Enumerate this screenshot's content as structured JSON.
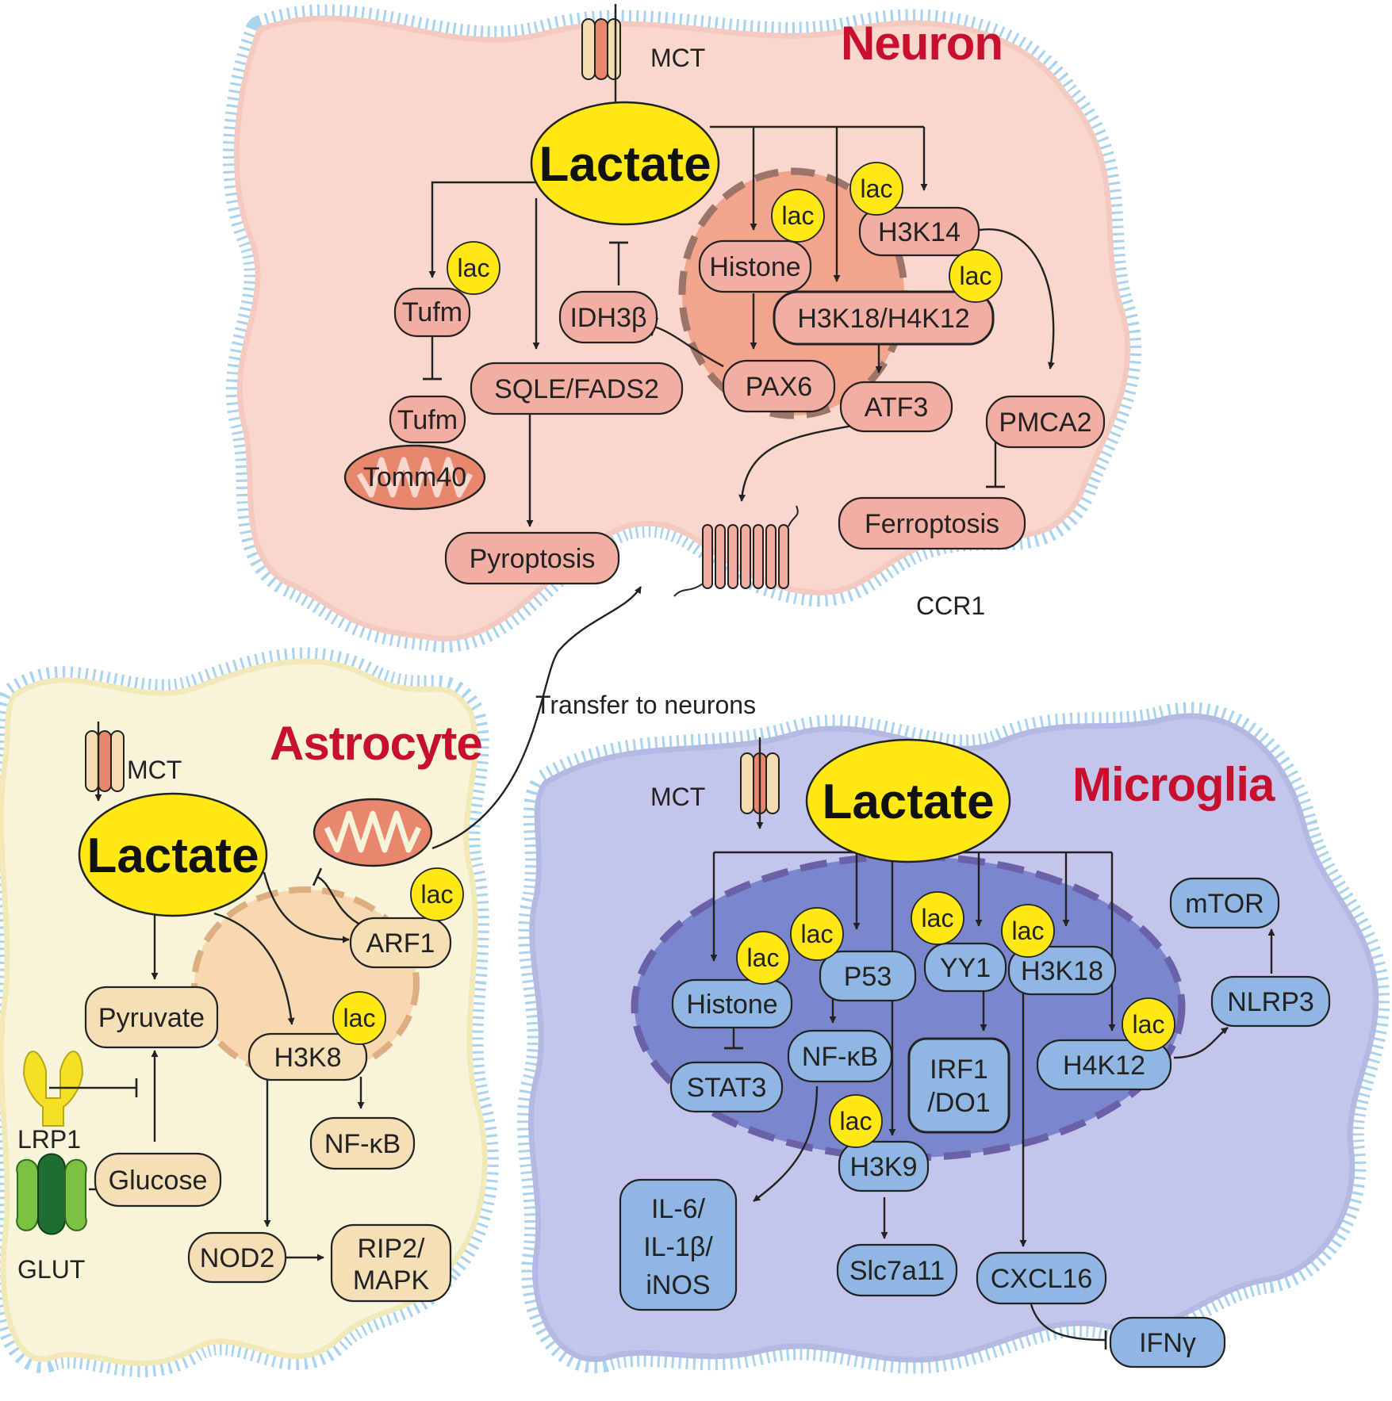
{
  "titles": {
    "neuron": "Neuron",
    "astrocyte": "Astrocyte",
    "microglia": "Microglia"
  },
  "lactate_label": "Lactate",
  "lac_label": "lac",
  "labels": {
    "mct": "MCT",
    "ccr1": "CCR1",
    "transfer": "Transfer to neurons",
    "lrp1": "LRP1",
    "glut": "GLUT",
    "tomm40": "Tomm40"
  },
  "neuron": {
    "tufm_top": "Tufm",
    "tufm_bottom": "Tufm",
    "sqle_fads2": "SQLE/FADS2",
    "pyroptosis": "Pyroptosis",
    "idh3b": "IDH3β",
    "histone": "Histone",
    "h3k14": "H3K14",
    "h3k18_h4k12": "H3K18/H4K12",
    "pax6": "PAX6",
    "atf3": "ATF3",
    "pmca2": "PMCA2",
    "ferroptosis": "Ferroptosis"
  },
  "astrocyte": {
    "arf1": "ARF1",
    "pyruvate": "Pyruvate",
    "h3k8": "H3K8",
    "nfkb": "NF-κB",
    "glucose": "Glucose",
    "nod2": "NOD2",
    "rip2_line1": "RIP2/",
    "rip2_line2": "MAPK"
  },
  "microglia": {
    "histone": "Histone",
    "stat3": "STAT3",
    "p53": "P53",
    "nfkb": "NF-κB",
    "yy1": "YY1",
    "irf1_line1": "IRF1",
    "irf1_line2": "/DO1",
    "h3k18": "H3K18",
    "h4k12": "H4K12",
    "h3k9": "H3K9",
    "mtor": "mTOR",
    "nlrp3": "NLRP3",
    "il6_line1": "IL-6/",
    "il6_line2": "IL-1β/",
    "il6_line3": "iNOS",
    "slc7a11": "Slc7a11",
    "cxcl16": "CXCL16",
    "ifng": "IFNγ"
  },
  "colors": {
    "neuron_cytoplasm": "#f9d7cd",
    "neuron_nucleus": "#f2a48d",
    "neuron_node": "#f2aea3",
    "astro_cytoplasm": "#f8f4d9",
    "astro_nucleus": "#f7d8b0",
    "astro_node": "#f5dfb6",
    "micro_cytoplasm": "#c3c6ea",
    "micro_nucleus": "#7b87cc",
    "micro_node": "#90b7e3",
    "lactate": "#ffe713",
    "membrane": "#a9d3ee",
    "title": "#c8102e"
  }
}
